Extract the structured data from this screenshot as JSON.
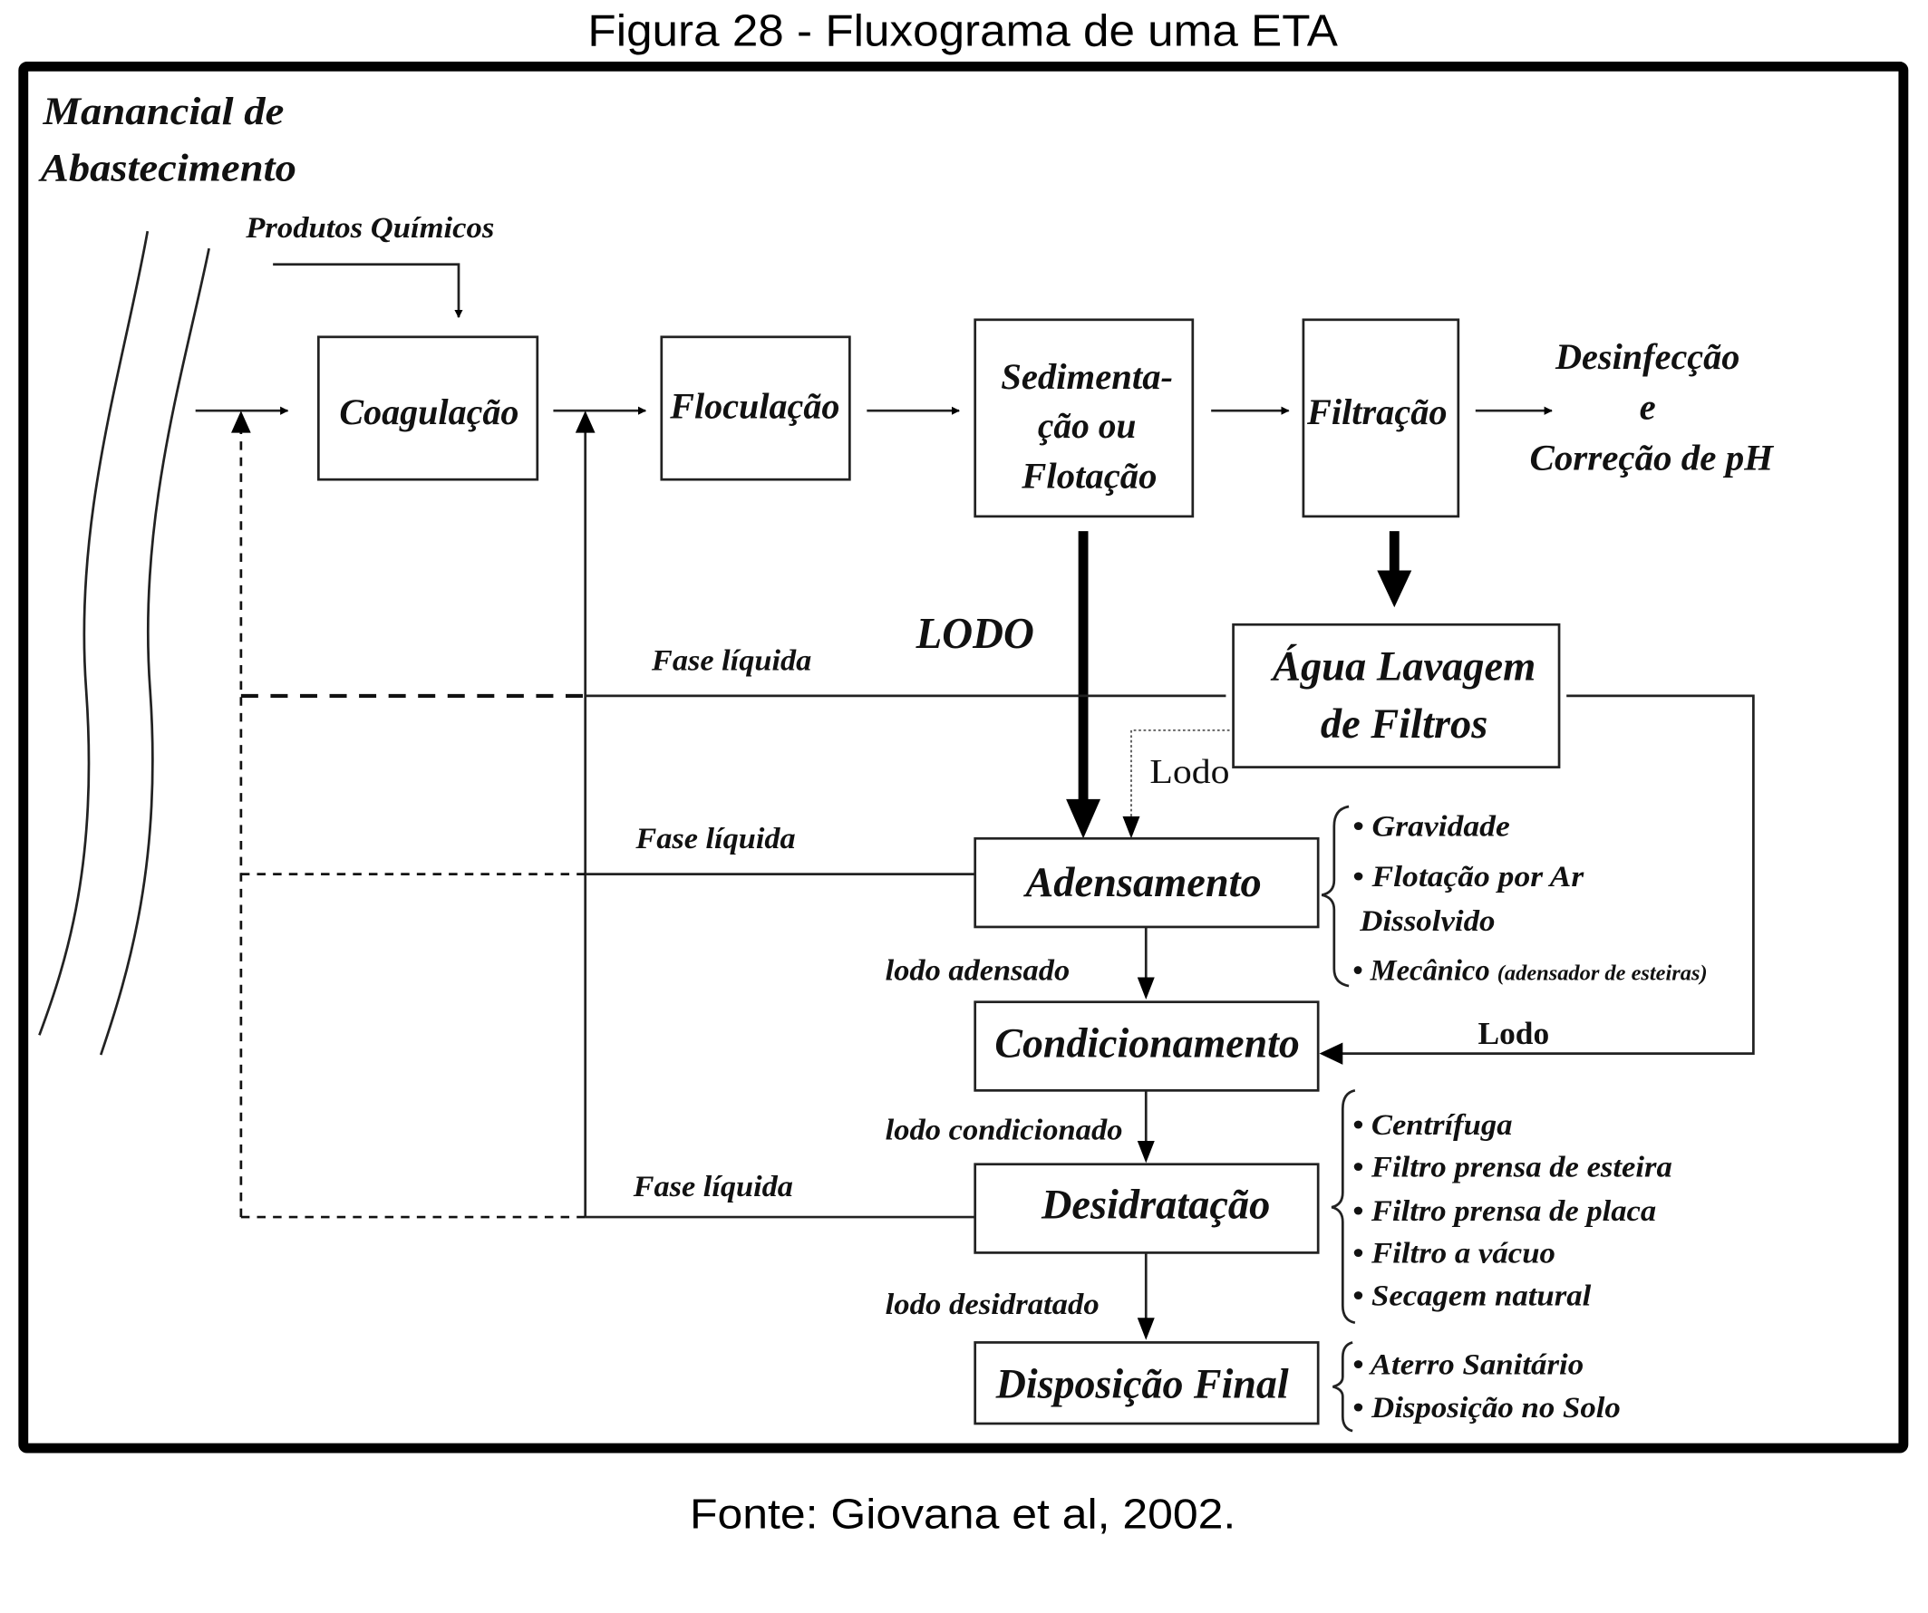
{
  "figure": {
    "title": "Figura 28 - Fluxograma de uma ETA",
    "source": "Fonte: Giovana et al, 2002."
  },
  "source_node": {
    "line1": "Manancial de",
    "line2": "Abastecimento"
  },
  "chemicals_label": "Produtos Químicos",
  "main_flow": {
    "coagulacao": "Coagulação",
    "floculacao": "Floculação",
    "sedimentacao": [
      "Sedimenta-",
      "ção ou",
      "Flotação"
    ],
    "filtracao": "Filtração",
    "desinfeccao": [
      "Desinfecção",
      "e",
      "Correção de pH"
    ]
  },
  "sludge": {
    "lodo_main_label": "LODO",
    "agua_lavagem": [
      "Água Lavagem",
      "de Filtros"
    ],
    "lodo_dotted_label": "Lodo",
    "lodo_return_label": "Lodo",
    "fase_liquida_1": "Fase líquida",
    "fase_liquida_2": "Fase líquida",
    "fase_liquida_3": "Fase líquida",
    "adensamento": "Adensamento",
    "lodo_adensado": "lodo adensado",
    "condicionamento": "Condicionamento",
    "lodo_condicionado": "lodo condicionado",
    "desidratacao": "Desidratação",
    "lodo_desidratado": "lodo desidratado",
    "disposicao_final": "Disposição Final"
  },
  "adensamento_methods": {
    "gravidade": "• Gravidade",
    "flotacao_1": "• Flotação por Ar",
    "flotacao_2": "Dissolvido",
    "mecanico": "• Mecânico",
    "mecanico_note": "(adensador de esteiras)"
  },
  "desidratacao_methods": [
    "• Centrífuga",
    "• Filtro prensa de esteira",
    "• Filtro prensa de placa",
    "• Filtro a vácuo",
    "• Secagem natural"
  ],
  "disposicao_methods": [
    "• Aterro Sanitário",
    "• Disposição no Solo"
  ]
}
